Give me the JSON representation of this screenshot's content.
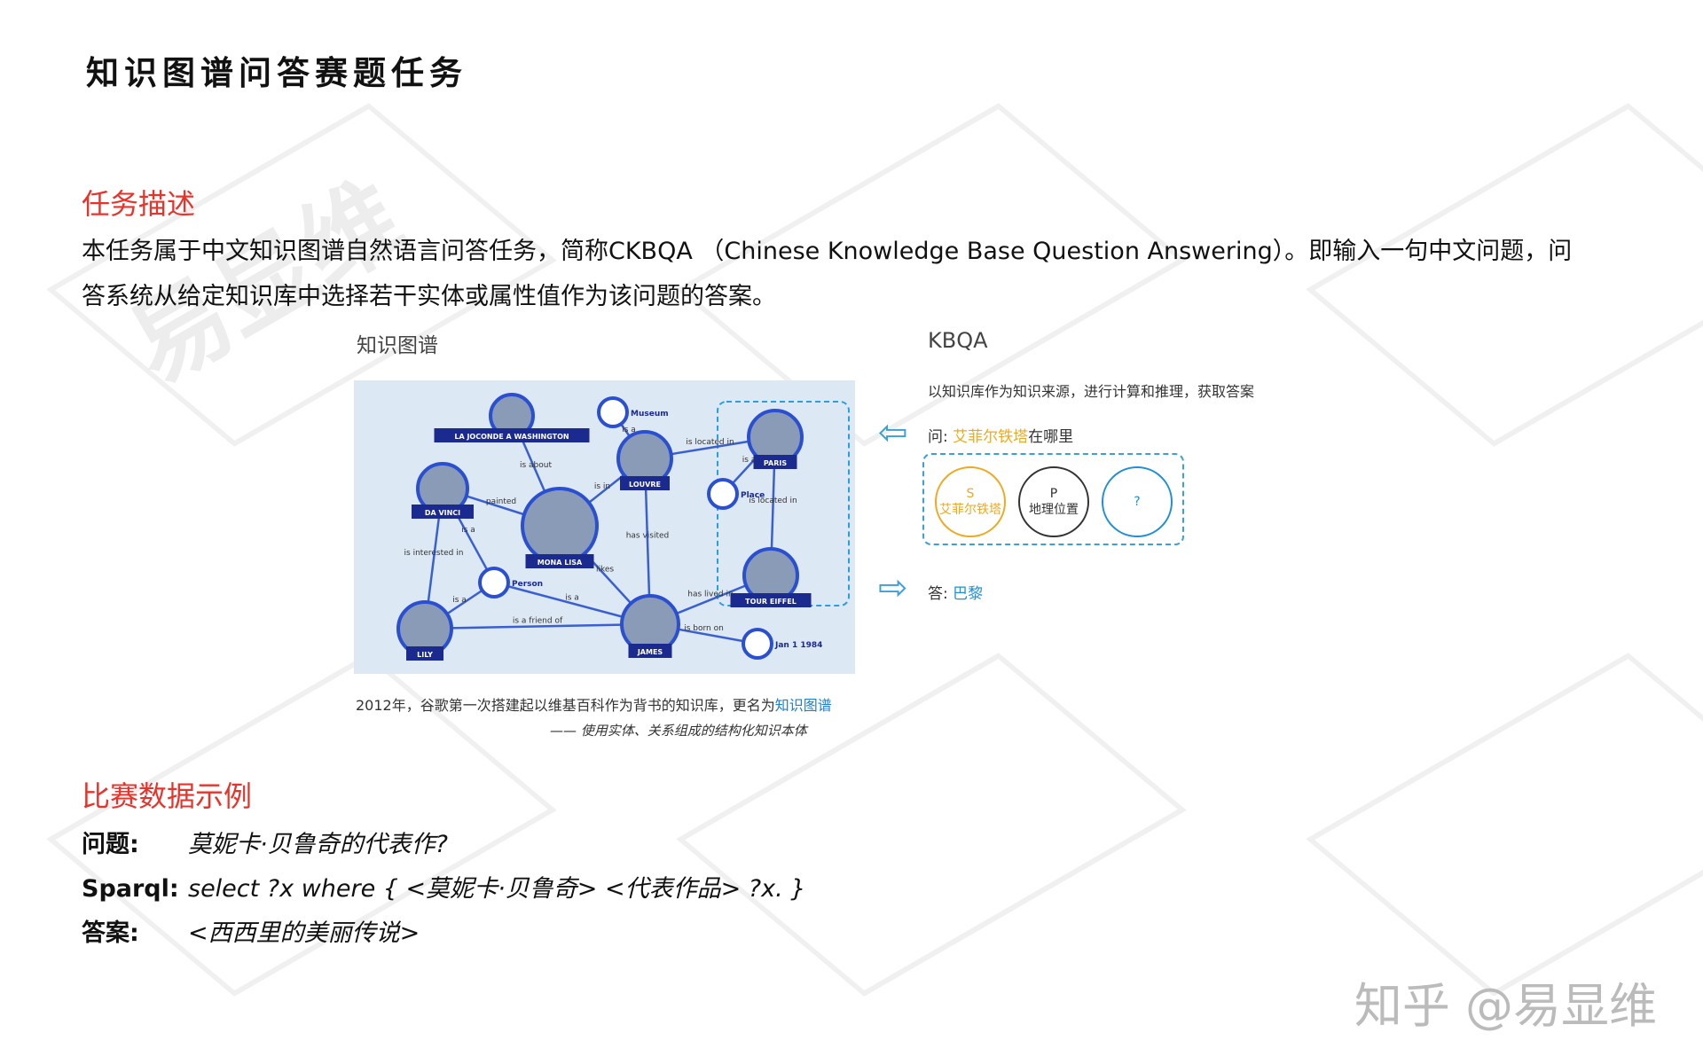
{
  "title": "知识图谱问答赛题任务",
  "section1": {
    "heading": "任务描述",
    "paragraph": "本任务属于中文知识图谱自然语言问答任务，简称CKBQA （Chinese Knowledge Base Question Answering）。即输入一句中文问题，问答系统从给定知识库中选择若干实体或属性值作为该问题的答案。"
  },
  "kg": {
    "label": "知识图谱",
    "nodes": [
      "LA JOCONDE A WASHINGTON",
      "Museum",
      "PARIS",
      "DA VINCI",
      "LOUVRE",
      "Place",
      "MONA LISA",
      "TOUR EIFFEL",
      "Person",
      "LILY",
      "JAMES",
      "Jan 1 1984"
    ],
    "edges": [
      "is about",
      "is a",
      "is located in",
      "painted",
      "is in",
      "is a",
      "is located in",
      "is interested in",
      "is a",
      "has visited",
      "likes",
      "is a",
      "has lived in",
      "is a friend of",
      "is born on",
      "is a"
    ],
    "caption_prefix": "2012年，谷歌第一次搭建起以维基百科作为背书的知识库，更名为",
    "caption_highlight": "知识图谱",
    "caption_sub": "—— 使用实体、关系组成的结构化知识本体"
  },
  "kbqa": {
    "label": "KBQA",
    "subtitle": "以知识库作为知识来源，进行计算和推理，获取答案",
    "question_prefix": "问: ",
    "question_entity": "艾菲尔铁塔",
    "question_suffix": "在哪里",
    "s_label": "S",
    "s_value": "艾菲尔铁塔",
    "p_label": "P",
    "p_value": "地理位置",
    "o_value": "?",
    "answer_prefix": "答: ",
    "answer_value": "巴黎",
    "colors": {
      "subject": "#f0a81e",
      "predicate": "#333333",
      "object": "#1e8fd8"
    }
  },
  "section2": {
    "heading": "比赛数据示例",
    "question_label": "问题:",
    "question": "莫妮卡·贝鲁奇的代表作?",
    "sparql_label": "Sparql:",
    "sparql": "select ?x where { <莫妮卡·贝鲁奇> <代表作品> ?x. }",
    "answer_label": "答案:",
    "answer": "<西西里的美丽传说>"
  },
  "watermark": {
    "logo_text": "易显维",
    "footer": "知乎 @易显维"
  }
}
